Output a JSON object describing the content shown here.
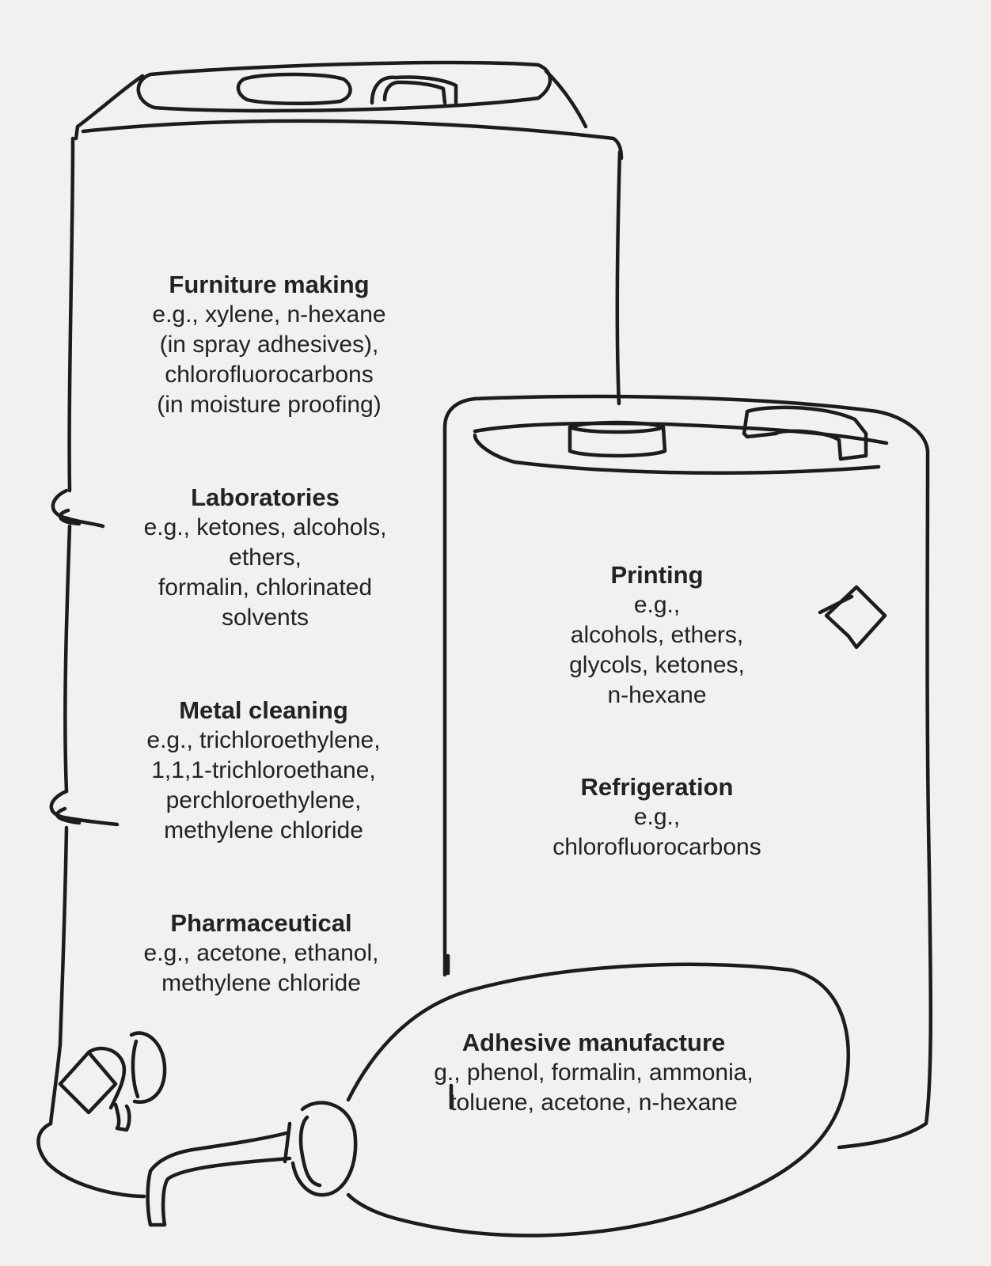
{
  "drum_labels": {
    "furniture": {
      "title": "Furniture making",
      "lines": [
        "e.g., xylene, n-hexane",
        "(in spray adhesives),",
        "chlorofluorocarbons",
        "(in moisture proofing)"
      ]
    },
    "laboratories": {
      "title": "Laboratories",
      "lines": [
        "e.g., ketones, alcohols,",
        "ethers,",
        "formalin, chlorinated",
        "solvents"
      ]
    },
    "metal_cleaning": {
      "title": "Metal cleaning",
      "lines": [
        "e.g., trichloroethylene,",
        "1,1,1-trichloroethane,",
        "perchloroethylene,",
        "methylene chloride"
      ]
    },
    "pharmaceutical": {
      "title": "Pharmaceutical",
      "lines": [
        "e.g., acetone, ethanol,",
        "methylene chloride"
      ]
    }
  },
  "can_labels": {
    "printing": {
      "title": "Printing",
      "lines": [
        "e.g.,",
        "alcohols, ethers,",
        "glycols, ketones,",
        "n-hexane"
      ]
    },
    "refrigeration": {
      "title": "Refrigeration",
      "lines": [
        "e.g.,",
        "chlorofluorocarbons"
      ]
    }
  },
  "bottle_labels": {
    "adhesive": {
      "title": "Adhesive manufacture",
      "lines": [
        "g., phenol, formalin, ammonia,",
        "toluene, acetone, n-hexane"
      ]
    }
  },
  "colors": {
    "paper": "#f1f1ef",
    "ink": "#1c1c1c"
  }
}
